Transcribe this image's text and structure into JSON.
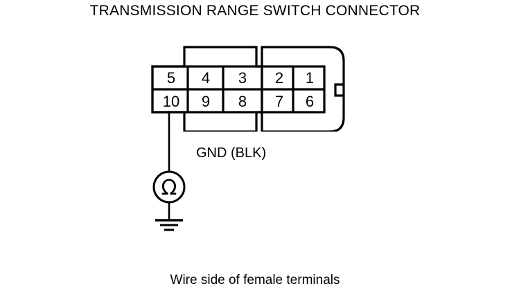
{
  "title": "TRANSMISSION RANGE SWITCH CONNECTOR",
  "caption": "Wire side of female terminals",
  "ground_label": "GND (BLK)",
  "meter": {
    "symbol": "Ω",
    "icon_name": "ohmmeter-symbol"
  },
  "connector": {
    "name": "transmission-range-switch-connector",
    "rows": [
      {
        "cells": [
          "5",
          "4",
          "3",
          "2",
          "1"
        ]
      },
      {
        "cells": [
          "10",
          "9",
          "8",
          "7",
          "6"
        ]
      }
    ]
  },
  "colors": {
    "line": "#000000",
    "background": "#ffffff"
  }
}
